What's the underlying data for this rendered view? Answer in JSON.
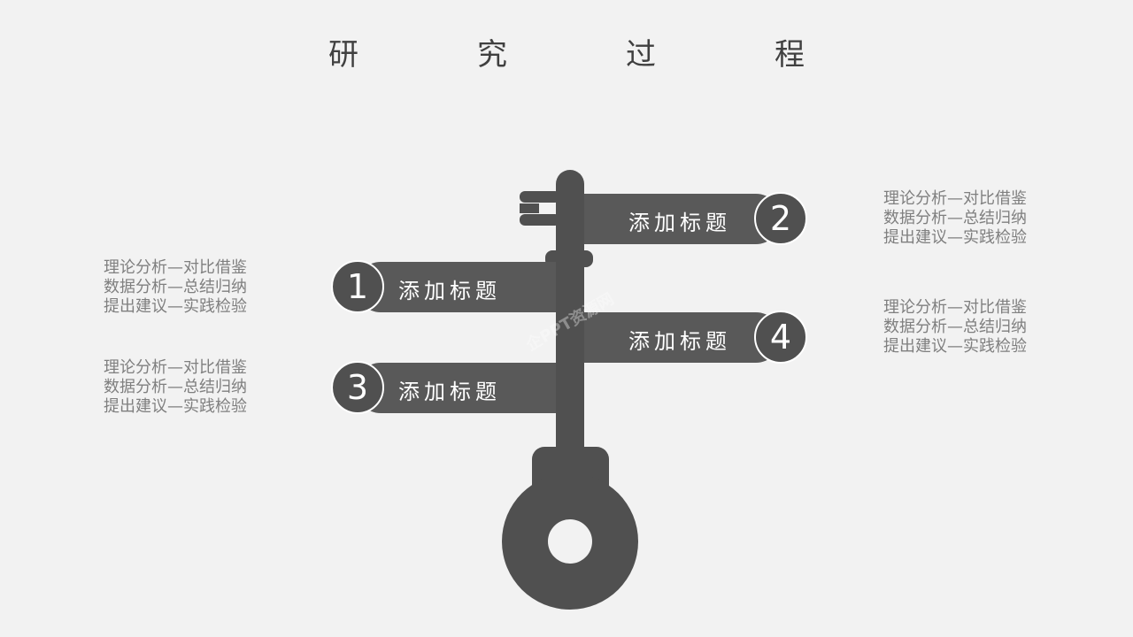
{
  "title": "研　究　过　程",
  "steps": [
    {
      "num": "1",
      "heading": "添加标题",
      "lines": [
        "理论分析—对比借鉴",
        "数据分析—总结归纳",
        "提出建议—实践检验"
      ]
    },
    {
      "num": "2",
      "heading": "添加标题",
      "lines": [
        "理论分析—对比借鉴",
        "数据分析—总结归纳",
        "提出建议—实践检验"
      ]
    },
    {
      "num": "3",
      "heading": "添加标题",
      "lines": [
        "理论分析—对比借鉴",
        "数据分析—总结归纳",
        "提出建议—实践检验"
      ]
    },
    {
      "num": "4",
      "heading": "添加标题",
      "lines": [
        "理论分析—对比借鉴",
        "数据分析—总结归纳",
        "提出建议—实践检验"
      ]
    }
  ],
  "watermark": "企PPT资源网",
  "colors": {
    "key": "#505050",
    "banner": "#595959",
    "background": "#f2f2f2",
    "text": "#7f7f7f"
  }
}
